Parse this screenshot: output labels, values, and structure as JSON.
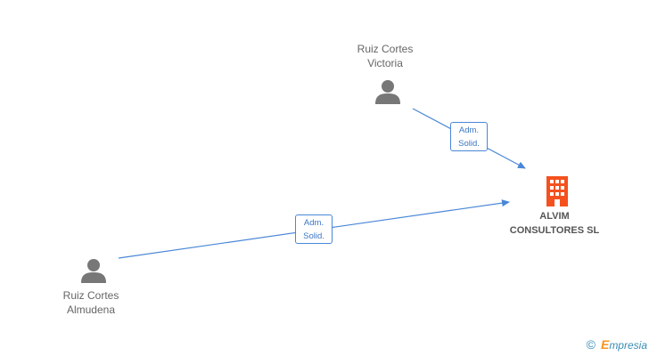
{
  "persons": [
    {
      "first_line": "Ruiz Cortes",
      "second_line": "Victoria"
    },
    {
      "first_line": "Ruiz Cortes",
      "second_line": "Almudena"
    }
  ],
  "company": {
    "line1": "ALVIM",
    "line2": "CONSULTORES SL",
    "color": "#f4511e"
  },
  "relations": [
    {
      "line1": "Adm.",
      "line2": "Solid."
    },
    {
      "line1": "Adm.",
      "line2": "Solid."
    }
  ],
  "colors": {
    "edge": "#4a87d6",
    "person_icon": "#777777",
    "company_icon": "#f4511e"
  },
  "brand": {
    "copyright": "©",
    "initial": "E",
    "rest": "mpresia"
  }
}
